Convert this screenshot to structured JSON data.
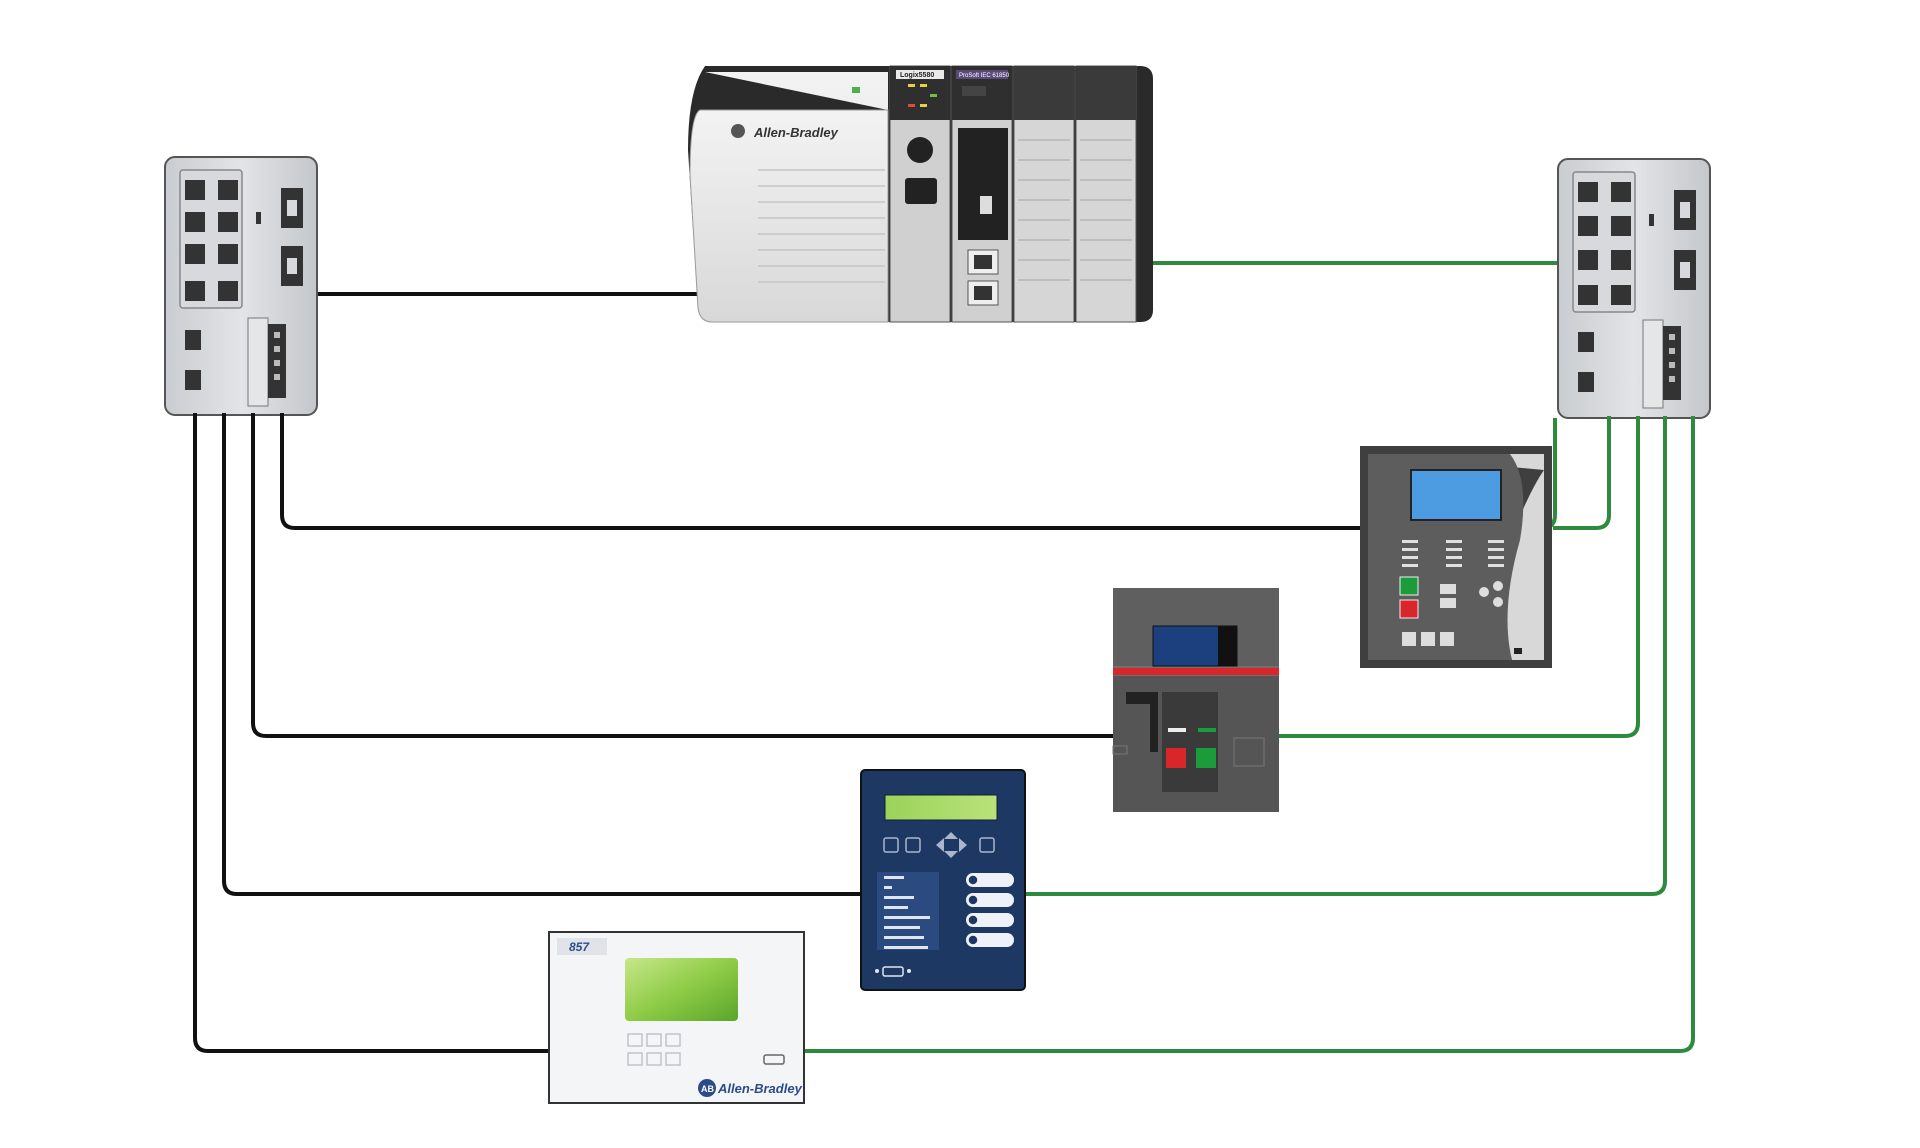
{
  "controller": {
    "brand_text": "Allen-Bradley",
    "module1_label": "Logix5580",
    "module2_label": "ProSoft IEC 61850"
  },
  "relay_857": {
    "model_label": "857",
    "brand_text": "Allen-Bradley"
  },
  "colors": {
    "network_a": "#111111",
    "network_b": "#2e8b3e"
  },
  "links": [
    {
      "from": "left-switch",
      "to": "controlller-port-a",
      "network": "a"
    },
    {
      "from": "right-switch",
      "to": "controller-port-b",
      "network": "b"
    },
    {
      "from": "both-switches",
      "to": "relay-grey",
      "network": "a+b"
    },
    {
      "from": "both-switches",
      "to": "breaker-trip-unit",
      "network": "a+b"
    },
    {
      "from": "both-switches",
      "to": "relay-blue",
      "network": "a+b"
    },
    {
      "from": "both-switches",
      "to": "relay-857",
      "network": "a+b"
    }
  ]
}
